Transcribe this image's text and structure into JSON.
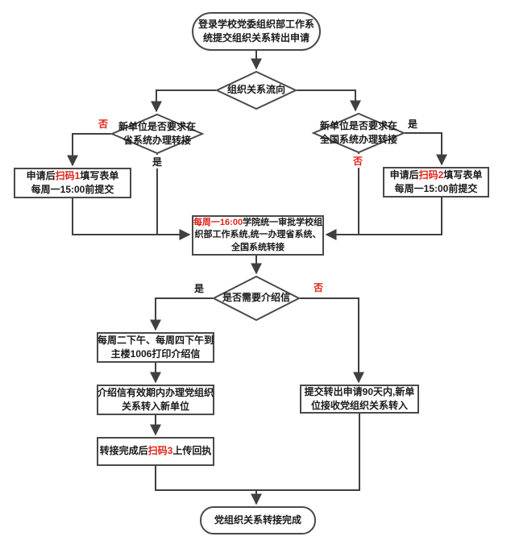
{
  "colors": {
    "accent_red": "#e2231a",
    "line": "#404040",
    "border": "#4a4a4a",
    "text": "#1a1a1a",
    "bg": "#ffffff"
  },
  "flowchart": {
    "start": {
      "line1": "登录学校党委组织部工作系",
      "line2": "统提交组织关系转出申请"
    },
    "d_flow": {
      "label": "组织关系流向"
    },
    "d_province": {
      "line1": "新单位是否要求在",
      "line2": "省系统办理转接"
    },
    "d_national": {
      "line1": "新单位是否要求在",
      "line2": "全国系统办理转接"
    },
    "box_scan1": {
      "pre": "申请后",
      "red": "扫码1",
      "post": "填写表单",
      "line2": "每周一15:00前提交"
    },
    "box_scan2": {
      "pre": "申请后",
      "red": "扫码2",
      "post": "填写表单",
      "line2": "每周一15:00前提交"
    },
    "box_review": {
      "red": "每周一16:00",
      "line1_rest": "学院统一审批学校组",
      "line2": "织部工作系统,统一办理省系统、",
      "line3": "全国系统转接"
    },
    "d_letter": {
      "label": "是否需要介绍信"
    },
    "box_print": {
      "line1": "每周二下午、每周四下午到",
      "line2": "主楼1006打印介绍信"
    },
    "box_transfer": {
      "line1": "介绍信有效期内办理党组织",
      "line2": "关系转入新单位"
    },
    "box_receipt": {
      "pre": "转接完成后",
      "red": "扫码3",
      "post": "上传回执"
    },
    "box_90days": {
      "line1": "提交转出申请90天内,新单",
      "line2": "位接收党组织关系转入"
    },
    "end": {
      "label": "党组织关系转接完成"
    },
    "labels": {
      "yes": "是",
      "no": "否"
    }
  }
}
